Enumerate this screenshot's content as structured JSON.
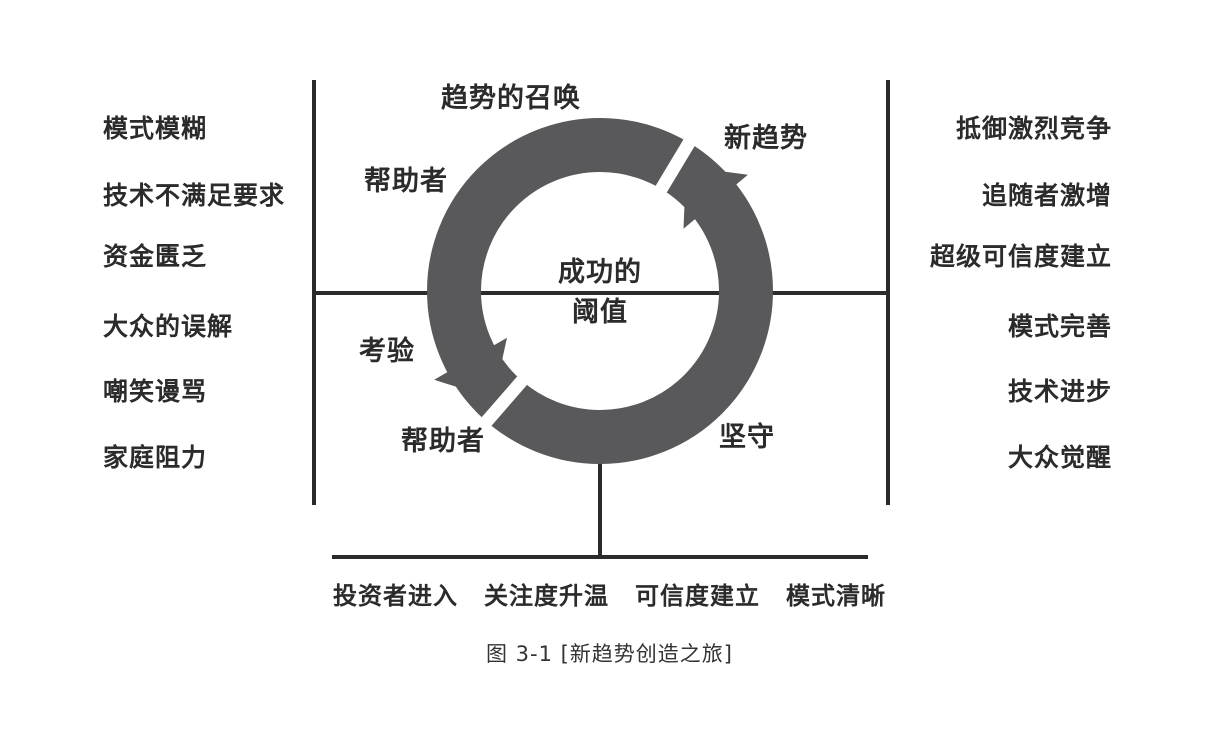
{
  "colors": {
    "ring": "#59595B",
    "line": "#2B2B2B",
    "text": "#2B2B2B"
  },
  "left_column": {
    "items": [
      "模式模糊",
      "技术不满足要求",
      "资金匮乏",
      "大众的误解",
      "嘲笑谩骂",
      "家庭阻力"
    ]
  },
  "right_column": {
    "items": [
      "抵御激烈竞争",
      "追随者激增",
      "超级可信度建立",
      "模式完善",
      "技术进步",
      "大众觉醒"
    ]
  },
  "cycle": {
    "call": "趋势的召唤",
    "new_trend": "新趋势",
    "helper_top": "帮助者",
    "trial": "考验",
    "helper_bottom": "帮助者",
    "persist": "坚守",
    "center_top": "成功的",
    "center_bottom": "阈值"
  },
  "bottom_axis": {
    "items": [
      "投资者进入",
      "关注度升温",
      "可信度建立",
      "模式清晰"
    ]
  },
  "caption": "图 3-1 [新趋势创造之旅]"
}
